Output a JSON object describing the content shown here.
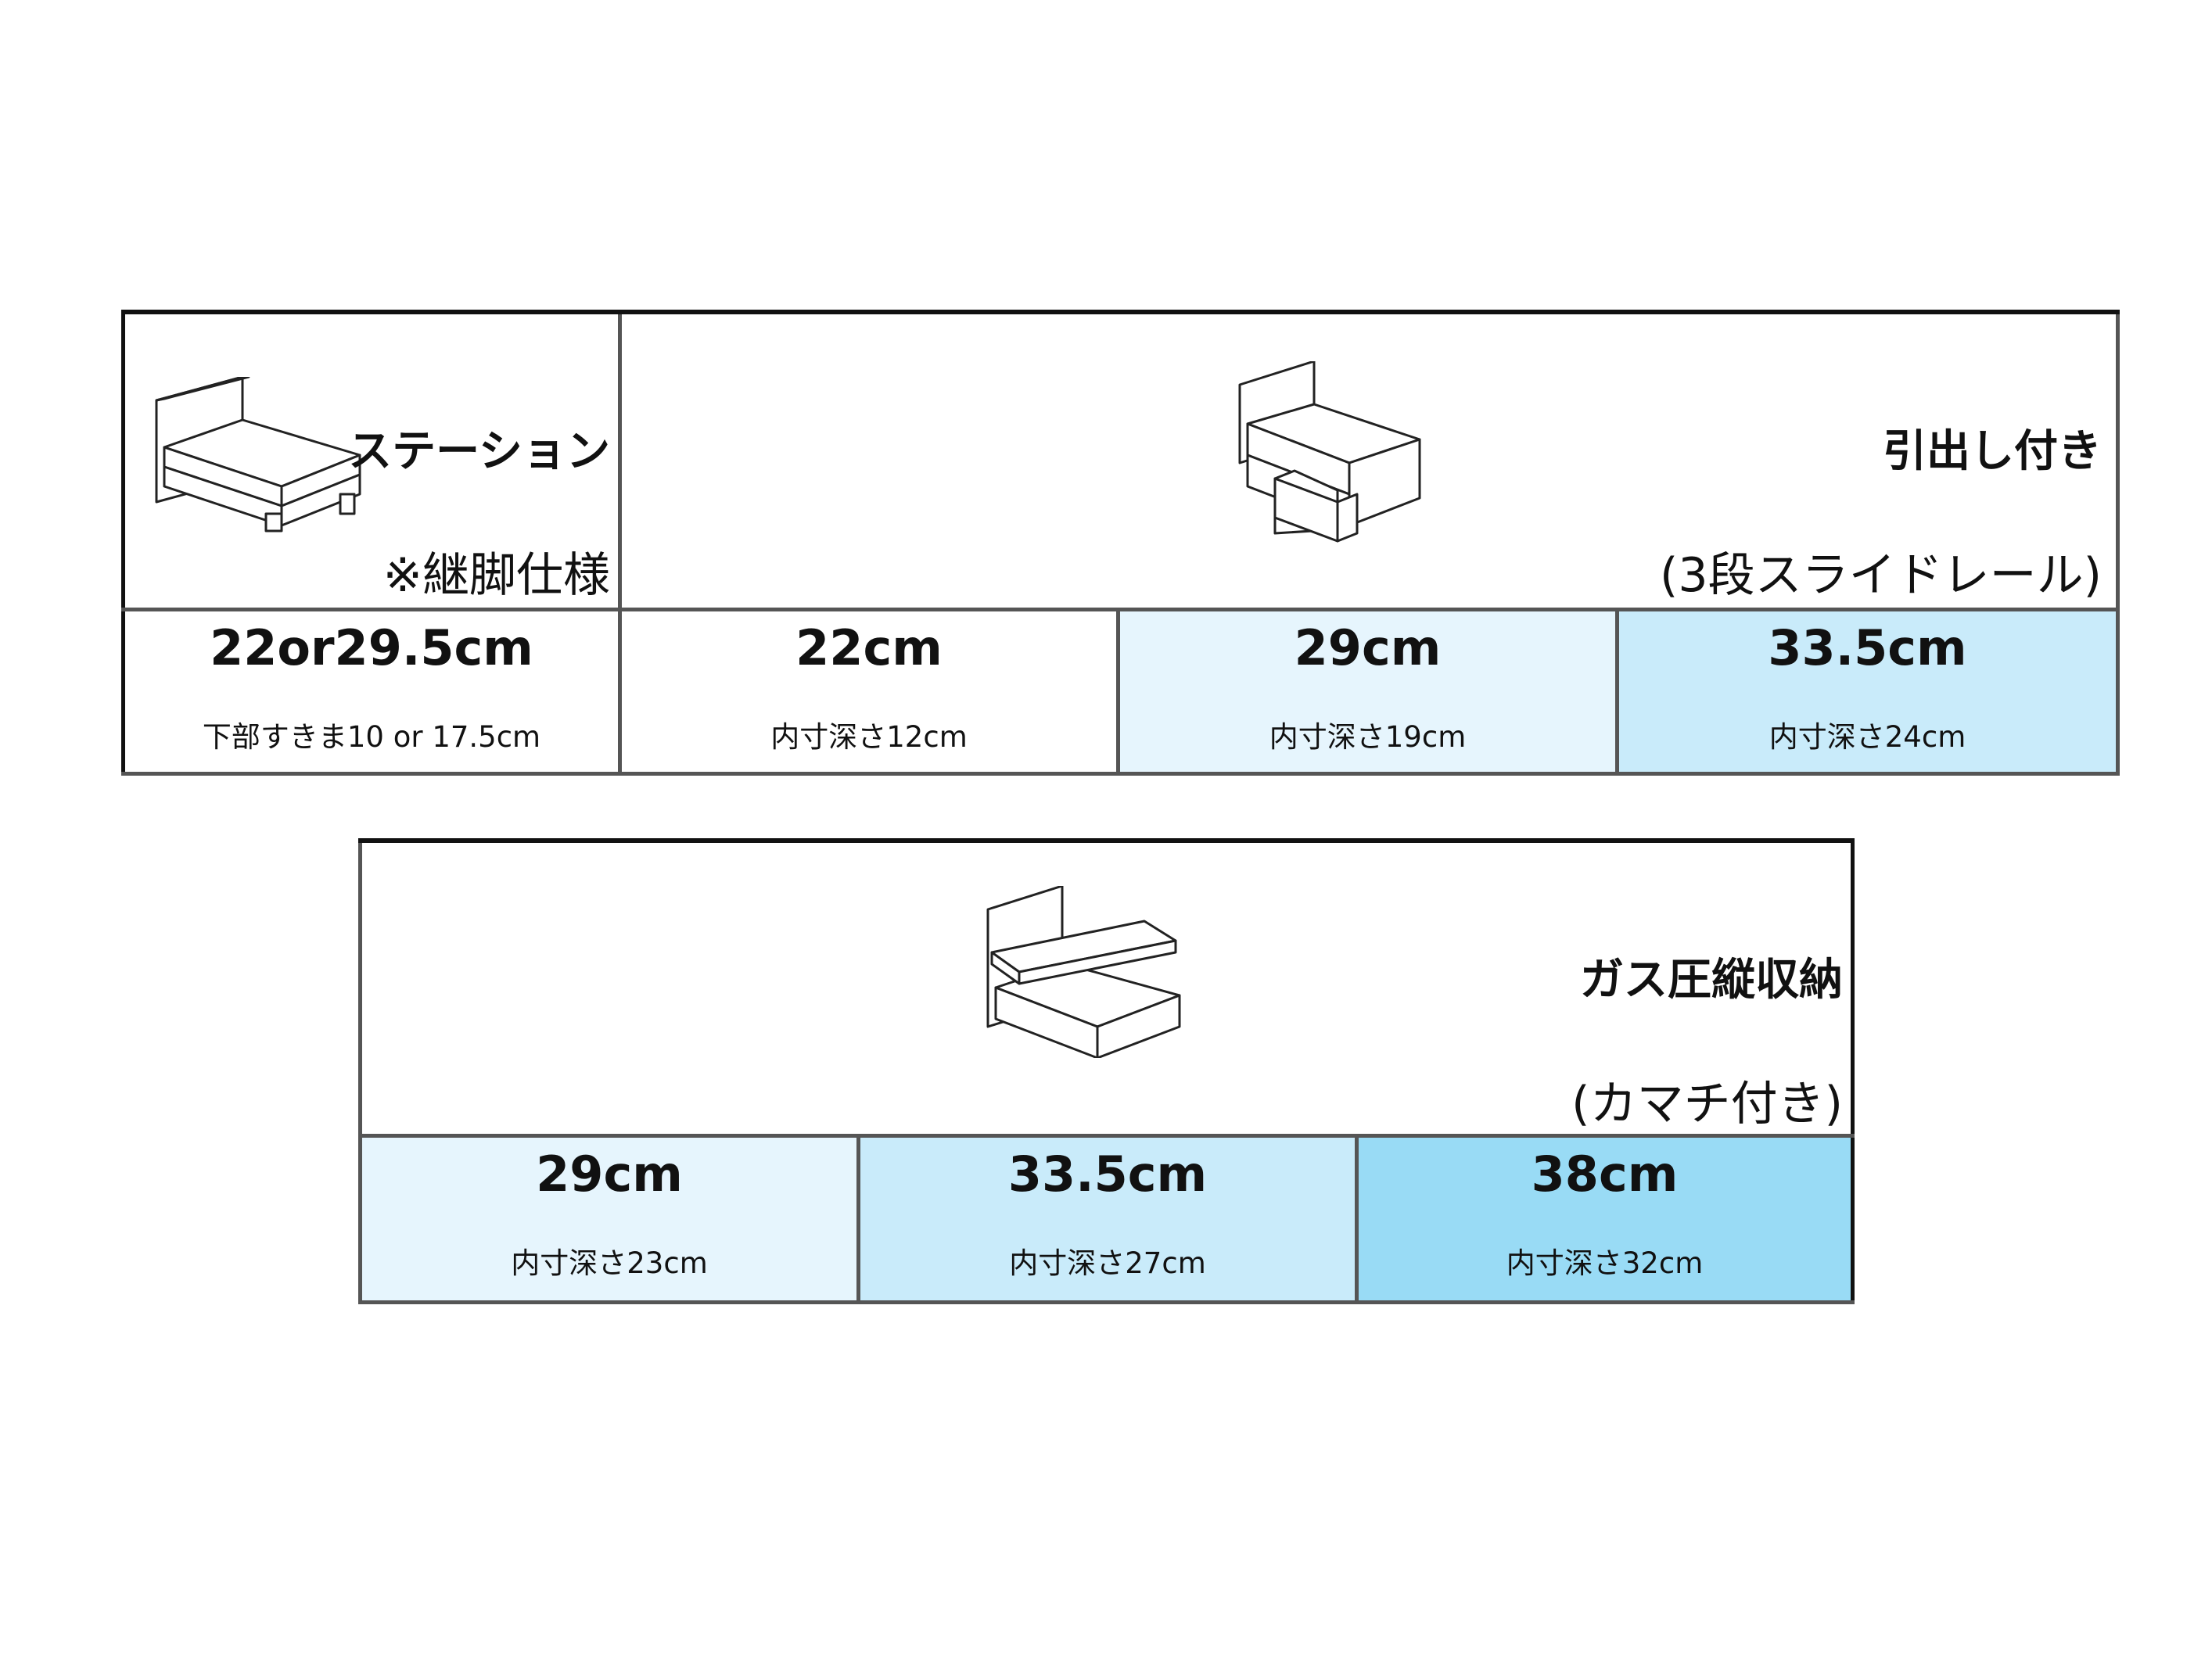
{
  "table1": {
    "station": {
      "title": "ステーション",
      "note": "※継脚仕様",
      "value": "22or29.5cm",
      "sub": "下部すきま10 or 17.5cm",
      "icon": "bed-with-legs-icon"
    },
    "drawer": {
      "title": "引出し付き",
      "note": "(3段スライドレール)",
      "icon": "bed-with-drawers-icon",
      "options": [
        {
          "value": "22cm",
          "sub": "内寸深さ12cm",
          "color": "#ffffff"
        },
        {
          "value": "29cm",
          "sub": "内寸深さ19cm",
          "color": "#e6f5fd"
        },
        {
          "value": "33.5cm",
          "sub": "内寸深さ24cm",
          "color": "#c9ebfa"
        }
      ]
    }
  },
  "table2": {
    "title": "ガス圧縦収納",
    "note": "(カマチ付き)",
    "icon": "gas-lift-bed-icon",
    "options": [
      {
        "value": "29cm",
        "sub": "内寸深さ23cm",
        "color": "#e6f5fd"
      },
      {
        "value": "33.5cm",
        "sub": "内寸深さ27cm",
        "color": "#c9ebfa"
      },
      {
        "value": "38cm",
        "sub": "内寸深さ32cm",
        "color": "#99dbf5"
      }
    ]
  }
}
